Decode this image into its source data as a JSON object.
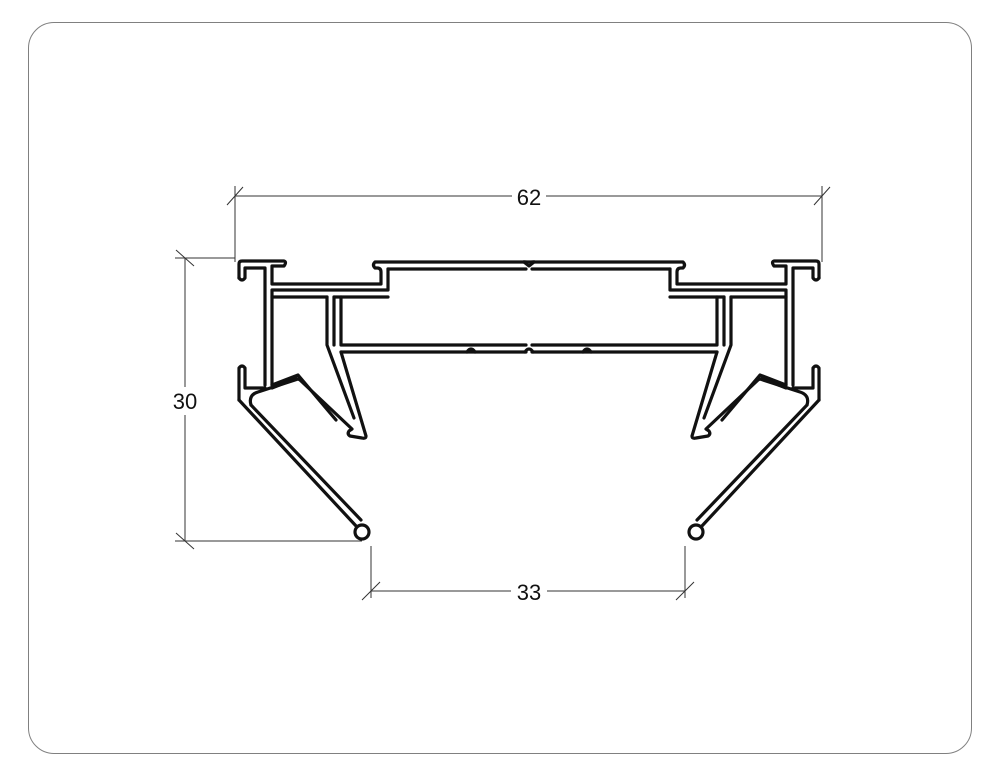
{
  "drawing": {
    "subject": "aluminium-profile-cross-section",
    "colors": {
      "line": "#111111",
      "dimension": "#333333",
      "frame": "#808080",
      "background": "#ffffff"
    },
    "dimensions": {
      "overall_width": {
        "value": "62",
        "orientation": "horizontal",
        "position": "top"
      },
      "height": {
        "value": "30",
        "orientation": "vertical",
        "position": "left"
      },
      "bottom_opening": {
        "value": "33",
        "orientation": "horizontal",
        "position": "bottom"
      }
    }
  }
}
